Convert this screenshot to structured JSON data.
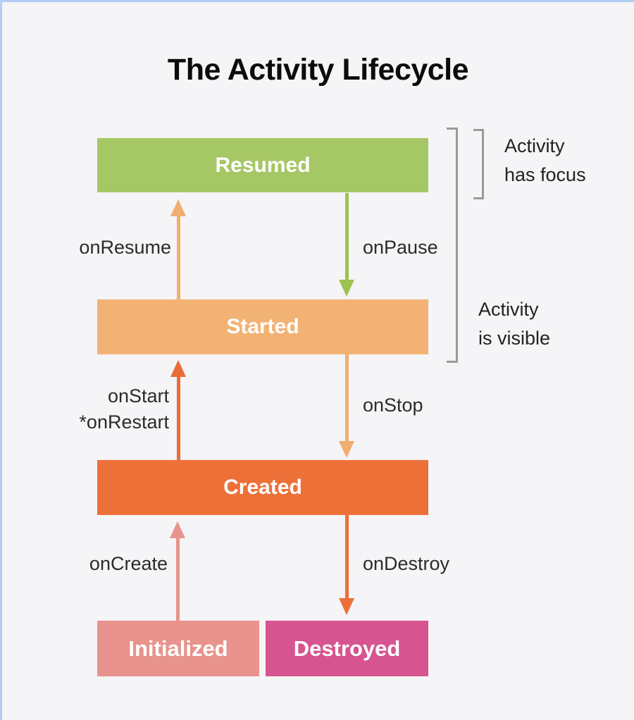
{
  "title": "The Activity Lifecycle",
  "colors": {
    "background": "#f5f4f6",
    "frame_border": "#b3ccf8",
    "resumed_box": "#a6c765",
    "started_box": "#f2b274",
    "created_box": "#ee7039",
    "initialized_box": "#e8938d",
    "destroyed_box": "#d65591",
    "onresume_arrow": "#f2ae6e",
    "onpause_arrow": "#9ec24f",
    "onstart_arrow": "#ea6c37",
    "onstop_arrow": "#f2ae6e",
    "oncreate_arrow": "#e8938d",
    "ondestroy_arrow": "#ee7039",
    "bracket": "#9a9a9a",
    "label_text": "#2b2b2b",
    "title_text": "#0c0c0c"
  },
  "states": {
    "resumed": {
      "label": "Resumed"
    },
    "started": {
      "label": "Started"
    },
    "created": {
      "label": "Created"
    },
    "initialized": {
      "label": "Initialized"
    },
    "destroyed": {
      "label": "Destroyed"
    }
  },
  "transitions": {
    "onResume": {
      "label": "onResume",
      "from": "Started",
      "to": "Resumed",
      "direction": "up"
    },
    "onPause": {
      "label": "onPause",
      "from": "Resumed",
      "to": "Started",
      "direction": "down"
    },
    "onStart": {
      "label": "onStart",
      "label2": "*onRestart",
      "from": "Created",
      "to": "Started",
      "direction": "up"
    },
    "onStop": {
      "label": "onStop",
      "from": "Started",
      "to": "Created",
      "direction": "down"
    },
    "onCreate": {
      "label": "onCreate",
      "from": "Initialized",
      "to": "Created",
      "direction": "up"
    },
    "onDestroy": {
      "label": "onDestroy",
      "from": "Created",
      "to": "Destroyed",
      "direction": "down"
    }
  },
  "annotations": {
    "has_focus": {
      "line1": "Activity",
      "line2": "has focus",
      "applies_to": "Resumed"
    },
    "is_visible": {
      "line1": "Activity",
      "line2": "is visible",
      "applies_to": "Resumed, Started"
    }
  }
}
